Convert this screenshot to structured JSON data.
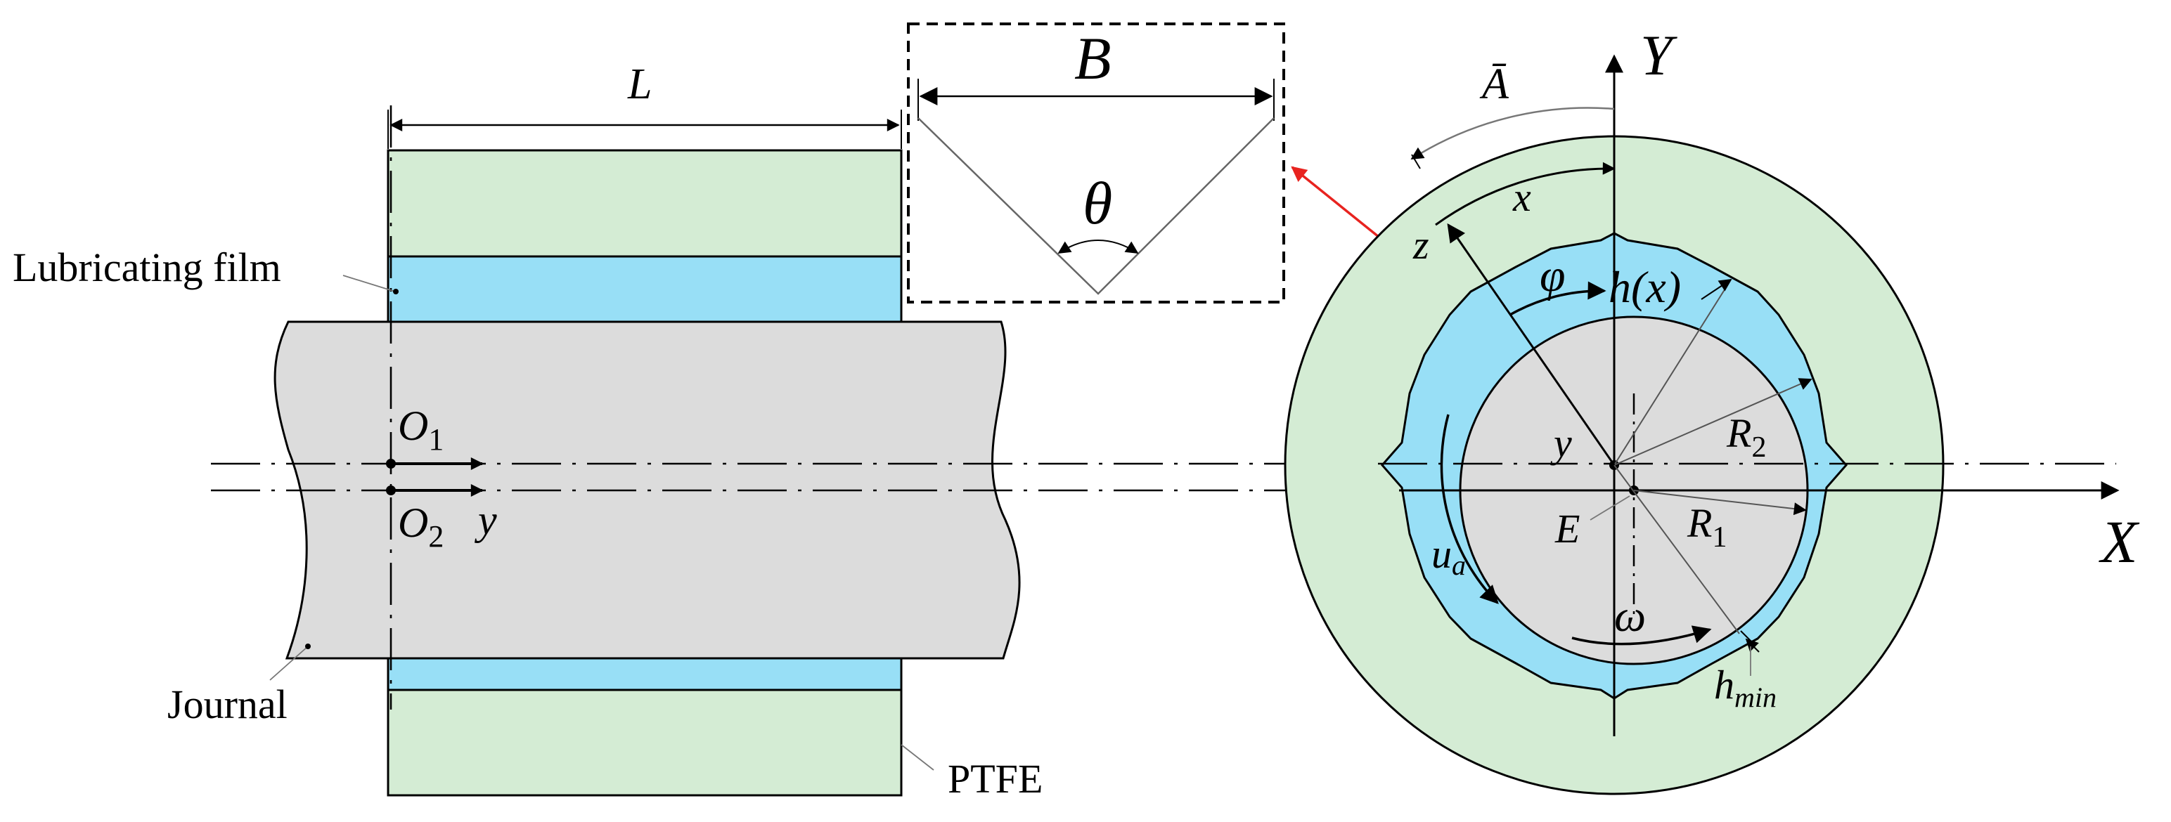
{
  "colors": {
    "ptfe": "#d4ecd4",
    "film": "#98dff6",
    "journal": "#dcdcdc",
    "highlight": "#e8231f"
  },
  "labels": {
    "lubricating_film": "Lubricating film",
    "journal": "Journal",
    "ptfe": "PTFE",
    "L": "L",
    "B": "B",
    "theta": "θ",
    "O1_main": "O",
    "O1_sub": "1",
    "O2_main": "O",
    "O2_sub": "2",
    "y_left": "y",
    "Y_axis": "Y",
    "X_axis": "X",
    "A_bar": "Ā",
    "x_arc": "x",
    "z": "z",
    "phi": "φ",
    "h_x": "h(x)",
    "y_right": "y",
    "R2_main": "R",
    "R2_sub": "2",
    "R1_main": "R",
    "R1_sub": "1",
    "E": "E",
    "u_main": "u",
    "u_sub": "a",
    "omega": "ω",
    "hmin_main": "h",
    "hmin_sub": "min"
  }
}
